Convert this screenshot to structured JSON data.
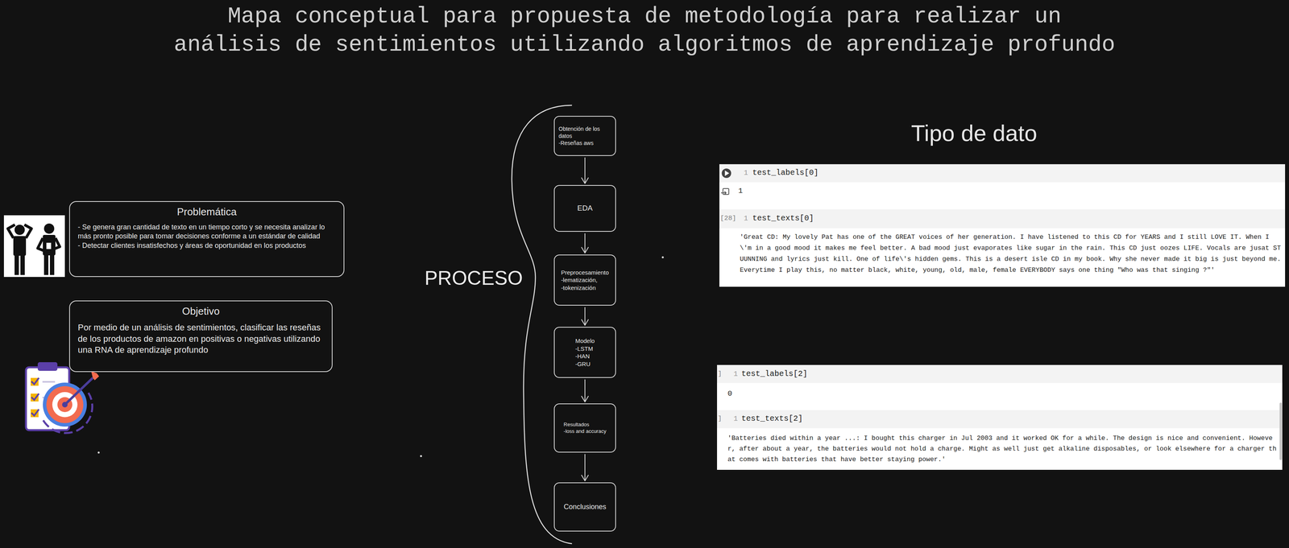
{
  "diagram": {
    "title": "Mapa conceptual para propuesta de metodología para realizar un análisis de sentimientos utilizando algoritmos de aprendizaje profundo",
    "nodes": [
      {
        "text": [
          "Problemática",
          "- Se genera gran cantidad de texto en un tiempo corto y se necesita analizar lo más pronto posible para tomar decisiones conforme a un estándar de calidad",
          "- Detectar clientes insatisfechos y áreas de oportunidad en los productos"
        ]
      },
      {
        "text": [
          "Objetivo",
          "Por medio de un análisis de sentimientos, clasificar las reseñas de los productos de amazon en positivas o negativas utilizando una RNA de aprendizaje profundo"
        ]
      },
      {
        "text": [
          "Obtención de los datos",
          "-Reseñas aws"
        ]
      },
      {
        "text": [
          "EDA"
        ]
      },
      {
        "text": [
          "Preprocesamiento",
          "-lematización,",
          "-tokenización"
        ]
      },
      {
        "text": [
          "Modelo",
          "-LSTM",
          "-HAN",
          "-GRU"
        ]
      },
      {
        "text": [
          "Resultados",
          "-loss and accuracy"
        ]
      },
      {
        "text": [
          "Conclusiones"
        ]
      }
    ],
    "edges": [
      {
        "from": 2,
        "to": 3,
        "arrow": "to"
      },
      {
        "from": 3,
        "to": 4,
        "arrow": "to"
      },
      {
        "from": 4,
        "to": 5,
        "arrow": "to"
      },
      {
        "from": 5,
        "to": 6,
        "arrow": "to"
      },
      {
        "from": 6,
        "to": 7,
        "arrow": "to"
      }
    ],
    "labels": [
      "PROCESO",
      "Tipo de dato",
      "1",
      "test_labels[0]",
      "1",
      "[28]",
      "1",
      "test_texts[0]",
      "'Great CD: My lovely Pat has one of the GREAT voices of her generation. I have listened to this CD for YEARS and I still LOVE IT. When I \\'m in a good mood it makes me feel better. A bad mood just evaporates like sugar in the rain. This CD just oozes LIFE. Vocals are jusat STUUNNING and lyrics just kill. One of life\\'s hidden gems. This is a desert isle CD in my book. Why she never made it big is just beyond me. Everytime I play this, no matter black, white, young, old, male, female EVERYBODY says one thing \"Who was that singing ?\"'",
      "]",
      "1",
      "test_labels[2]",
      "0",
      "]",
      "1",
      "test_texts[2]",
      "'Batteries died within a year ...: I bought this charger in Jul 2003 and it worked OK for a while. The design is nice and convenient. However, after about a year, the batteries would not hold a charge. Might as well just get alkaline disposables, or look elsewhere for a charger that comes with batteries that have better staying power.'"
    ]
  }
}
